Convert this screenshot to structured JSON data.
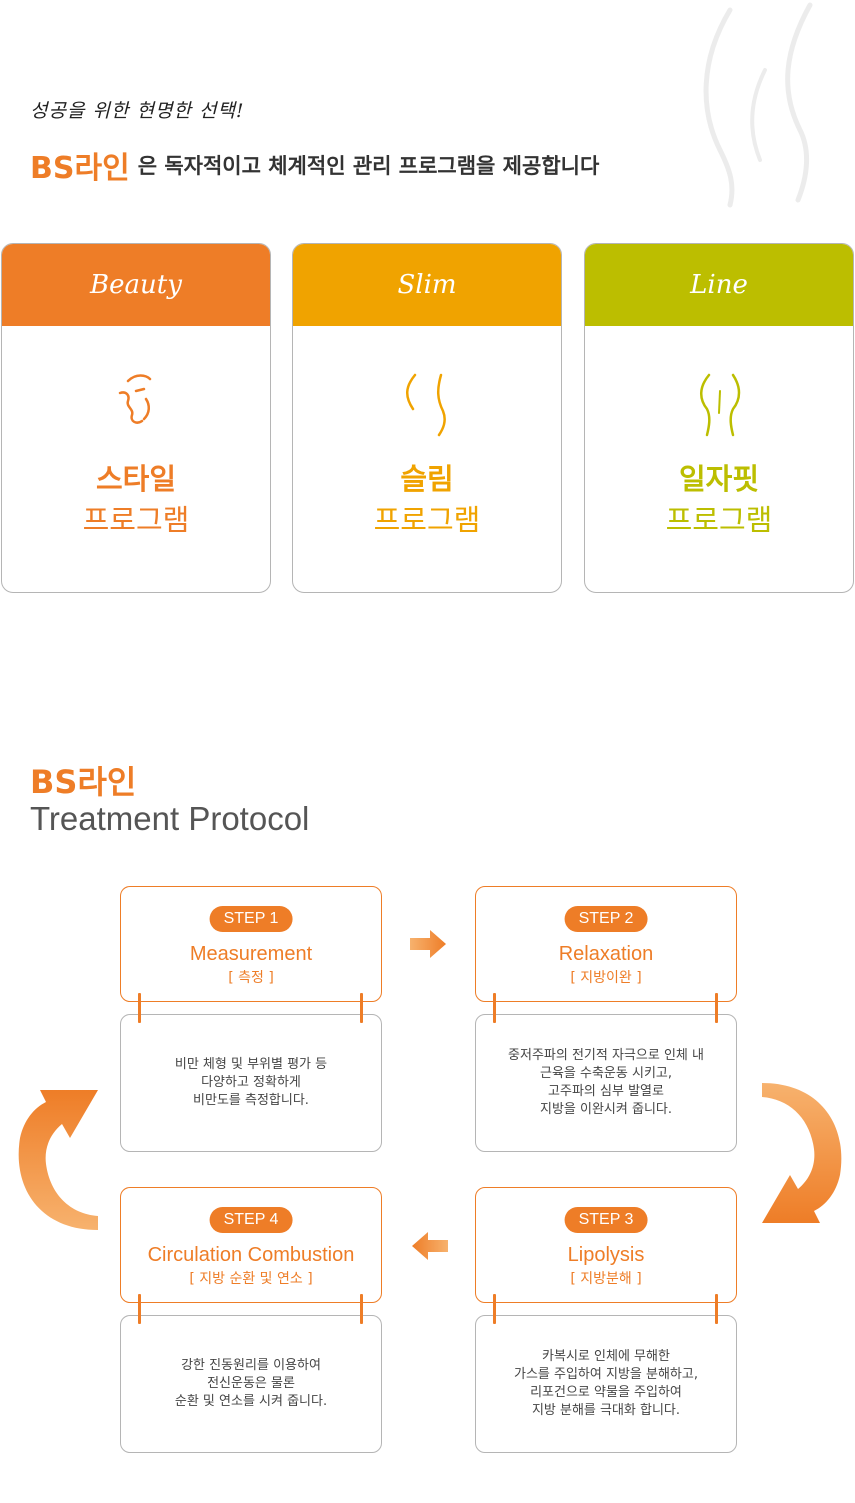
{
  "header": {
    "slogan": "성공을 위한 현명한 선택!",
    "brand": "BS라인",
    "tagline": "은 독자적이고 체계적인 관리 프로그램을 제공합니다"
  },
  "programs": [
    {
      "head": "Beauty",
      "title1": "스타일",
      "title2": "프로그램",
      "color": "#ee7d27",
      "icon": "face-profile-icon"
    },
    {
      "head": "Slim",
      "title1": "슬림",
      "title2": "프로그램",
      "color": "#f0a300",
      "icon": "waist-icon"
    },
    {
      "head": "Line",
      "title1": "일자핏",
      "title2": "프로그램",
      "color": "#bcbe00",
      "icon": "legs-line-icon"
    }
  ],
  "protocol": {
    "brand": "BS라인",
    "title": "Treatment Protocol"
  },
  "steps": [
    {
      "badge": "STEP 1",
      "name": "Measurement",
      "sub": "[ 측정 ]",
      "desc": [
        "비만 체형 및 부위별 평가 등",
        "다양하고 정확하게",
        "비만도를 측정합니다."
      ]
    },
    {
      "badge": "STEP 2",
      "name": "Relaxation",
      "sub": "[ 지방이완 ]",
      "desc": [
        "중저주파의 전기적 자극으로 인체 내",
        "근육을 수축운동 시키고,",
        "고주파의 심부 발열로",
        "지방을 이완시켜 줍니다."
      ]
    },
    {
      "badge": "STEP 3",
      "name": "Lipolysis",
      "sub": "[ 지방분해 ]",
      "desc": [
        "카복시로 인체에 무해한",
        "가스를 주입하여 지방을 분해하고,",
        "리포건으로 약물을 주입하여",
        "지방 분해를 극대화 합니다."
      ]
    },
    {
      "badge": "STEP 4",
      "name": "Circulation Combustion",
      "sub": "[ 지방 순환 및 연소 ]",
      "desc": [
        "강한 진동원리를 이용하여",
        "전신운동은 물론",
        "순환 및 연소를 시켜 줍니다."
      ]
    }
  ],
  "colors": {
    "accent": "#ee7d27",
    "slim": "#f0a300",
    "line": "#bcbe00",
    "border": "#b5b5b5"
  }
}
